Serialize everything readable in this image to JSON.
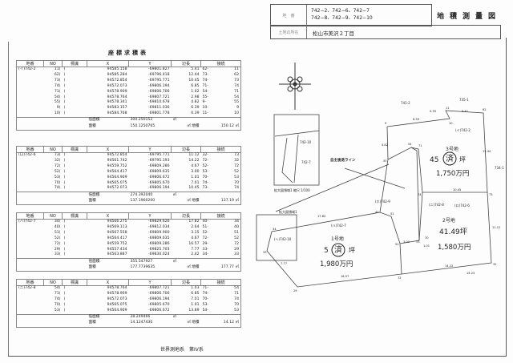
{
  "header": {
    "lot_label": "地　番",
    "lot_line1": "742−2、742−6、742−7",
    "lot_line2": "742−8、742−9、742−10",
    "location_label": "土地の所在",
    "location": "松山市美沢２丁目",
    "title": "地積測量図"
  },
  "table_title": "座標求積表",
  "columns": [
    "地番",
    "NO",
    "標識",
    "X",
    "Y",
    "辺長",
    "接続"
  ],
  "labels": {
    "double_area": "倍面積",
    "area": "面積",
    "chiseki": "地積",
    "unit": "㎡"
  },
  "tables": [
    {
      "lot": "(イ)742-2",
      "rows": [
        [
          "11",
          "94585.158",
          "-69801.827",
          "5.41",
          "62-",
          "11"
        ],
        [
          "62",
          "94585.284",
          "-69796.418",
          "12.44",
          "73-",
          "62"
        ],
        [
          "73",
          "94572.854",
          "-69795.771",
          "10.45",
          "74-",
          "73"
        ],
        [
          "74",
          "94572.073",
          "-69806.194",
          "6.85",
          "71-",
          "74"
        ],
        [
          "71",
          "94578.909",
          "-69806.706",
          "1.02",
          "54-",
          "71"
        ],
        [
          "54",
          "94578.764",
          "-69807.721",
          "2.98",
          "55-",
          "54"
        ],
        [
          "55",
          "94578.341",
          "-69810.678",
          "4.82",
          "9-",
          "55"
        ],
        [
          "9",
          "94583.157",
          "-69811.036",
          "6.39",
          "10-",
          "9"
        ],
        [
          "10",
          "94584.768",
          "-69801.778",
          "0.39",
          "11-",
          "10"
        ]
      ],
      "double_area": "300.250152",
      "area": "150.1250765",
      "chiseki": "150.12"
    },
    {
      "lot": "(ロ)742-6",
      "rows": [
        [
          "73",
          "94572.854",
          "-69795.771",
          "11.12",
          "32-",
          "73"
        ],
        [
          "32",
          "94561.742",
          "-69795.193",
          "14.22",
          "72-",
          "32"
        ],
        [
          "72",
          "94559.752",
          "-69809.286",
          "4.67",
          "52-",
          "72"
        ],
        [
          "52",
          "94564.417",
          "-69809.635",
          "3.00",
          "53-",
          "52"
        ],
        [
          "53",
          "94564.909",
          "-69806.672",
          "1.01",
          "70-",
          "53"
        ],
        [
          "70",
          "94565.075",
          "-69805.670",
          "7.01",
          "74-",
          "70"
        ],
        [
          "74",
          "94572.073",
          "-69806.194",
          "10.45",
          "73-",
          "74"
        ]
      ],
      "double_area": "274.392040",
      "area": "137.1960200",
      "chiseki": "137.19"
    },
    {
      "lot": "(ハ)742-7",
      "rows": [
        [
          "34",
          "94566.275",
          "-69829.626",
          "17.82",
          "40-",
          "34"
        ],
        [
          "40",
          "94569.113",
          "-69812.034",
          "2.64",
          "51-",
          "40"
        ],
        [
          "51",
          "94567.558",
          "-69809.900",
          "3.15",
          "52-",
          "51"
        ],
        [
          "52",
          "94564.417",
          "-69809.635",
          "4.67",
          "72-",
          "52"
        ],
        [
          "72",
          "94559.752",
          "-69809.286",
          "16.57",
          "29-",
          "72"
        ],
        [
          "29",
          "94557.434",
          "-69825.703",
          "7.77",
          "33-",
          "29"
        ],
        [
          "33",
          "94563.887",
          "-69830.024",
          "2.42",
          "34-",
          "33"
        ]
      ],
      "double_area": "355.547927",
      "area": "177.7739635",
      "chiseki": "177.77"
    },
    {
      "lot": "(ニ)742-8",
      "rows": [
        [
          "54",
          "94578.764",
          "-69807.721",
          "1.03",
          "71-",
          "54"
        ],
        [
          "71",
          "94578.909",
          "-69806.706",
          "6.85",
          "74-",
          "71"
        ],
        [
          "74",
          "94572.073",
          "-69806.194",
          "7.01",
          "70-",
          "74"
        ],
        [
          "70",
          "94565.075",
          "-69805.670",
          "1.01",
          "53-",
          "70"
        ],
        [
          "53",
          "94564.909",
          "-69806.672",
          "13.89",
          "54-",
          "53"
        ]
      ],
      "double_area": "28.249466",
      "area": "14.1247430",
      "chiseki": "14.12"
    }
  ],
  "coord_system": "世界測地系　第IV系",
  "drawing": {
    "neighbors": [
      "741-2",
      "735-1",
      "734-1"
    ],
    "lots": [
      "(イ)742-2",
      "(ロ)742-6",
      "(ハ)742-7",
      "(ニ)742-8",
      "(ホ)742-9",
      "(ヘ)742-10"
    ],
    "setback_line": "自主後退ライン",
    "inset1_caption": "拡大図領域1 縮尺 1/100",
    "inset1_label": "拡大図領域1",
    "inset_lots": [
      "742-10",
      "742-7"
    ],
    "parcels": [
      {
        "name": "3号地",
        "area": "45",
        "area_unit": "坪",
        "price": "1,750万円"
      },
      {
        "name": "2号地",
        "area": "41.49坪",
        "price": "1,580万円"
      },
      {
        "name": "1号地",
        "area": "5",
        "area_unit": "坪",
        "price": "1,980万円"
      }
    ],
    "stamp": "済",
    "points": [
      "9",
      "10",
      "11",
      "62",
      "73",
      "74",
      "71",
      "54",
      "55",
      "40",
      "51",
      "52",
      "53",
      "70",
      "72",
      "32",
      "29",
      "33",
      "34"
    ],
    "lengths": [
      "6.39",
      "0.39",
      "5.41",
      "4.82",
      "12.44",
      "10.45",
      "11.12",
      "14.22",
      "16.57",
      "17.82",
      "7.77",
      "14.23",
      "3.00",
      "1.01"
    ]
  }
}
